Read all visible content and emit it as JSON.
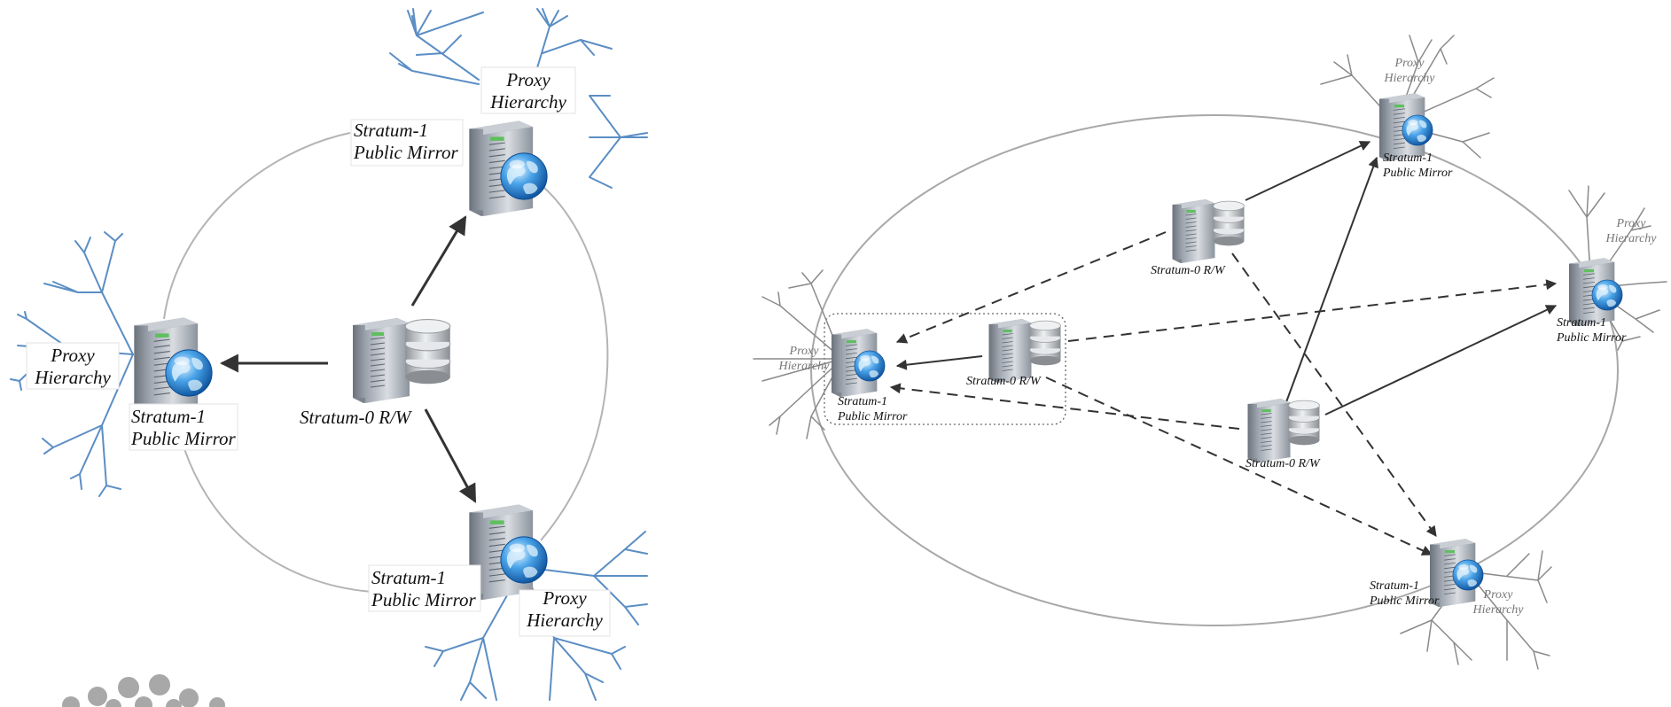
{
  "left_diagram": {
    "center": {
      "label": "Stratum-0 R/W"
    },
    "mirrors": [
      {
        "id": "top",
        "label": [
          "Stratum-1",
          "Public Mirror"
        ],
        "proxy": [
          "Proxy",
          "Hierarchy"
        ]
      },
      {
        "id": "left",
        "label": [
          "Stratum-1",
          "Public Mirror"
        ],
        "proxy": [
          "Proxy",
          "Hierarchy"
        ]
      },
      {
        "id": "bottom",
        "label": [
          "Stratum-1",
          "Public Mirror"
        ],
        "proxy": [
          "Proxy",
          "Hierarchy"
        ]
      }
    ]
  },
  "right_diagram": {
    "stratum0_nodes": [
      {
        "id": "s0-top",
        "label": "Stratum-0 R/W"
      },
      {
        "id": "s0-center",
        "label": "Stratum-0 R/W"
      },
      {
        "id": "s0-bottom",
        "label": "Stratum-0 R/W"
      }
    ],
    "mirrors": [
      {
        "id": "top",
        "label": [
          "Stratum-1",
          "Public Mirror"
        ],
        "proxy": [
          "Proxy",
          "Hierarchy"
        ]
      },
      {
        "id": "right",
        "label": [
          "Stratum-1",
          "Public Mirror"
        ],
        "proxy": [
          "Proxy",
          "Hierarchy"
        ]
      },
      {
        "id": "left",
        "label": [
          "Stratum-1",
          "Public Mirror"
        ],
        "proxy": [
          "Proxy",
          "Hierarchy"
        ]
      },
      {
        "id": "bottom",
        "label": [
          "Stratum-1",
          "Public Mirror"
        ],
        "proxy": [
          "Proxy",
          "Hierarchy"
        ]
      }
    ]
  },
  "colors": {
    "ring": "#b4b4b4",
    "tree_left": "#5b8ec4",
    "tree_right": "#8a8a8a",
    "arrow": "#333333"
  },
  "icons": [
    "server-tower-icon",
    "globe-icon",
    "database-disks-icon",
    "logo-dots-icon"
  ]
}
